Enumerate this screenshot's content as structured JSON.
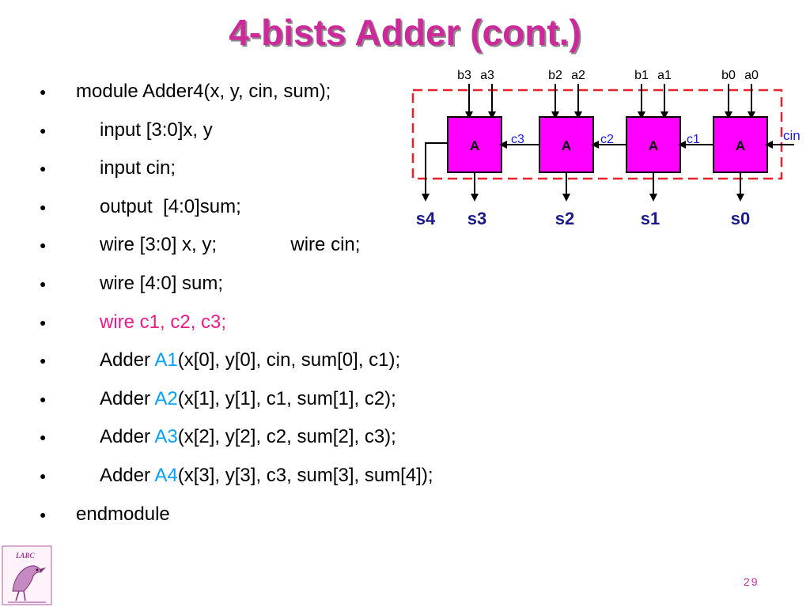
{
  "title": "4-bists Adder (cont.)",
  "code_lines": [
    {
      "indent": false,
      "parts": [
        {
          "text": "module Adder4(x, y, cin, sum);",
          "style": "normal"
        }
      ]
    },
    {
      "indent": true,
      "parts": [
        {
          "text": "input [3:0]x, y",
          "style": "normal"
        }
      ]
    },
    {
      "indent": true,
      "parts": [
        {
          "text": "input cin;",
          "style": "normal"
        }
      ]
    },
    {
      "indent": true,
      "parts": [
        {
          "text": "output  [4:0]sum;",
          "style": "normal"
        }
      ]
    },
    {
      "indent": true,
      "parts": [
        {
          "text": "wire [3:0] x, y;              wire cin;",
          "style": "normal"
        }
      ]
    },
    {
      "indent": true,
      "parts": [
        {
          "text": "wire [4:0] sum;",
          "style": "normal"
        }
      ]
    },
    {
      "indent": true,
      "parts": [
        {
          "text": "wire c1, c2, c3;",
          "style": "pink"
        }
      ]
    },
    {
      "indent": true,
      "parts": [
        {
          "text": "Adder ",
          "style": "normal"
        },
        {
          "text": "A1",
          "style": "blue"
        },
        {
          "text": "(x[0], y[0], cin, sum[0], c1);",
          "style": "normal"
        }
      ]
    },
    {
      "indent": true,
      "parts": [
        {
          "text": "Adder ",
          "style": "normal"
        },
        {
          "text": "A2",
          "style": "blue"
        },
        {
          "text": "(x[1], y[1], c1, sum[1], c2);",
          "style": "normal"
        }
      ]
    },
    {
      "indent": true,
      "parts": [
        {
          "text": "Adder ",
          "style": "normal"
        },
        {
          "text": "A3",
          "style": "blue"
        },
        {
          "text": "(x[2], y[2], c2, sum[2], c3);",
          "style": "normal"
        }
      ]
    },
    {
      "indent": true,
      "parts": [
        {
          "text": "Adder ",
          "style": "normal"
        },
        {
          "text": "A4",
          "style": "blue"
        },
        {
          "text": "(x[3], y[3], c3, sum[3], sum[4]);",
          "style": "normal"
        }
      ]
    },
    {
      "indent": false,
      "parts": [
        {
          "text": "endmodule",
          "style": "normal"
        }
      ]
    }
  ],
  "diagram": {
    "blocks": [
      "A",
      "A",
      "A",
      "A"
    ],
    "input_pairs": [
      [
        "b3",
        "a3"
      ],
      [
        "b2",
        "a2"
      ],
      [
        "b1",
        "a1"
      ],
      [
        "b0",
        "a0"
      ]
    ],
    "carry_labels": [
      "c3",
      "c2",
      "c1"
    ],
    "cin_label": "cin",
    "sum_labels": [
      "s4",
      "s3",
      "s2",
      "s1",
      "s0"
    ]
  },
  "page_number": "29",
  "colors": {
    "title": "#cc2a9a",
    "block_fill": "#ff00ff",
    "dashed_box": "#e8202a",
    "carry_label": "#1a1ae6",
    "highlight_pink": "#ee1a8c",
    "highlight_blue": "#00a0ff"
  },
  "logo": {
    "text": "LARC",
    "icon": "lark-bird-icon"
  }
}
